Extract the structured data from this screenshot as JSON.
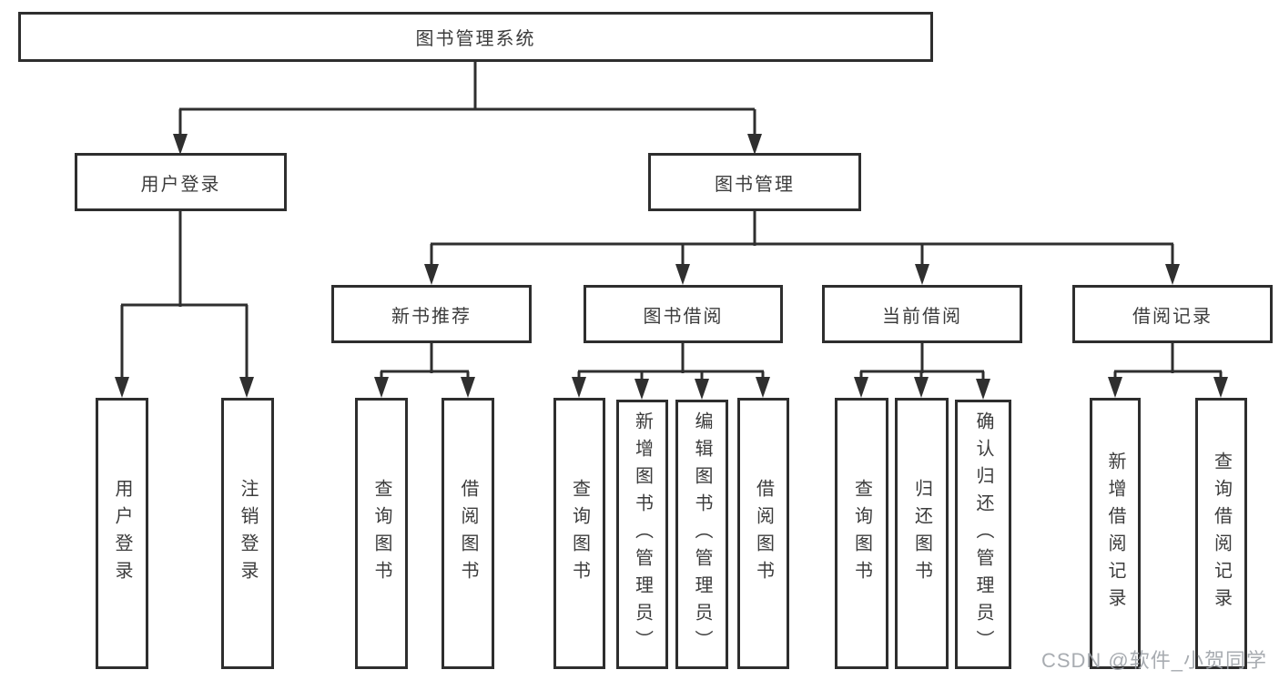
{
  "diagram": {
    "title": "图书管理系统",
    "tree": {
      "label": "图书管理系统",
      "children": [
        {
          "label": "用户登录",
          "children": [
            {
              "label": "用户登录"
            },
            {
              "label": "注销登录"
            }
          ]
        },
        {
          "label": "图书管理",
          "children": [
            {
              "label": "新书推荐",
              "children": [
                {
                  "label": "查询图书"
                },
                {
                  "label": "借阅图书"
                }
              ]
            },
            {
              "label": "图书借阅",
              "children": [
                {
                  "label": "查询图书"
                },
                {
                  "label": "新增图书（管理员）"
                },
                {
                  "label": "编辑图书（管理员）"
                },
                {
                  "label": "借阅图书"
                }
              ]
            },
            {
              "label": "当前借阅",
              "children": [
                {
                  "label": "查询图书"
                },
                {
                  "label": "归还图书"
                },
                {
                  "label": "确认归还（管理员）"
                }
              ]
            },
            {
              "label": "借阅记录",
              "children": [
                {
                  "label": "新增借阅记录"
                },
                {
                  "label": "查询借阅记录"
                }
              ]
            }
          ]
        }
      ]
    },
    "colors": {
      "line": "#2f2f2f",
      "border": "#2e2e2e",
      "text": "#3c3c3c",
      "background": "#ffffff",
      "watermark": "#9ea3a8"
    }
  },
  "watermark": "CSDN @软件_小贺同学"
}
